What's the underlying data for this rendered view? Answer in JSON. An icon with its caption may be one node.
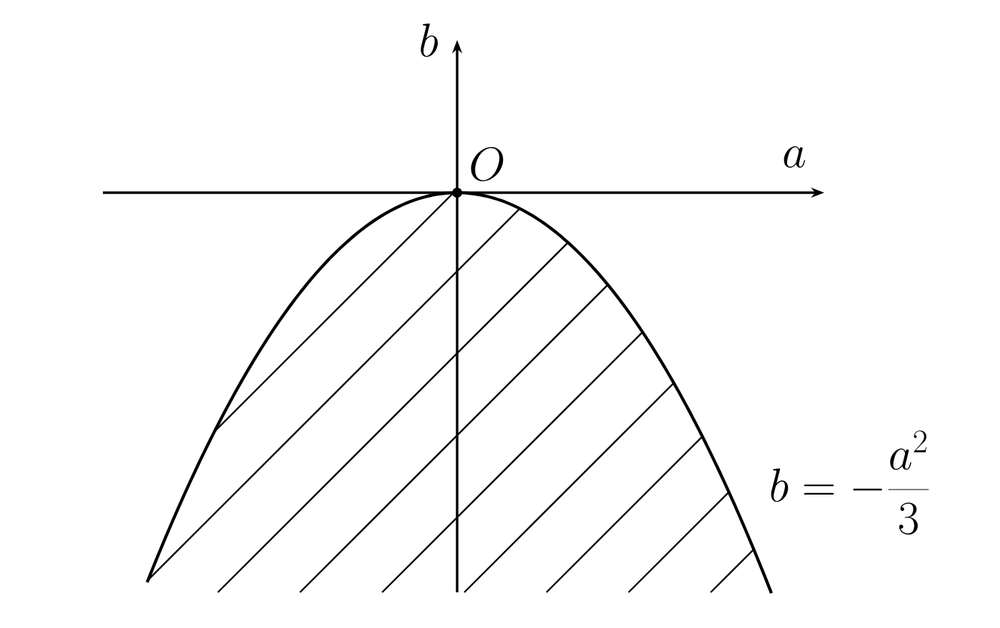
{
  "diagram": {
    "labels": [
      "b",
      "a",
      "O",
      "b=-\\frac{a^{2}}{3}"
    ]
  }
}
